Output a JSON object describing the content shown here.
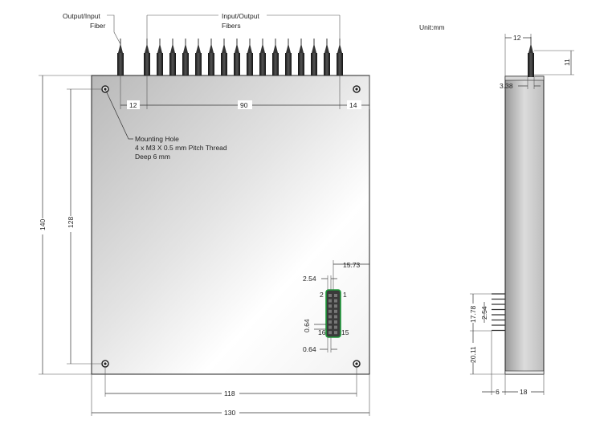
{
  "labels": {
    "output_input_fiber_line1": "Output/Input",
    "output_input_fiber_line2": "Fiber",
    "input_output_fibers_line1": "Input/Output",
    "input_output_fibers_line2": "Fibers",
    "unit": "Unit:mm",
    "mounting_hole_line1": "Mounting Hole",
    "mounting_hole_line2": "4 x M3 X 0.5 mm Pitch Thread",
    "mounting_hole_line3": "Deep 6 mm"
  },
  "dimensions": {
    "fiber_offset_left": "12",
    "fiber_span": "90",
    "fiber_offset_right": "14",
    "body_height": "140",
    "hole_spacing_vertical": "128",
    "hole_spacing_horizontal": "118",
    "body_width": "130",
    "connector_offset_right": "15.73",
    "pin_pitch_top": "2.54",
    "pin_pitch_vertical": "0.64",
    "pin_size_bottom": "0.64",
    "side_fiber_offset": "12",
    "side_fiber_length": "11",
    "side_fiber_diameter": "3.38",
    "side_connector_span": "17.78",
    "side_pin_pitch": "2.54",
    "side_connector_bottom": "20.11",
    "side_pin_length": "6",
    "side_thickness": "18"
  },
  "pins": {
    "pin_2": "2",
    "pin_1": "1",
    "pin_16": "16",
    "pin_15": "15"
  }
}
